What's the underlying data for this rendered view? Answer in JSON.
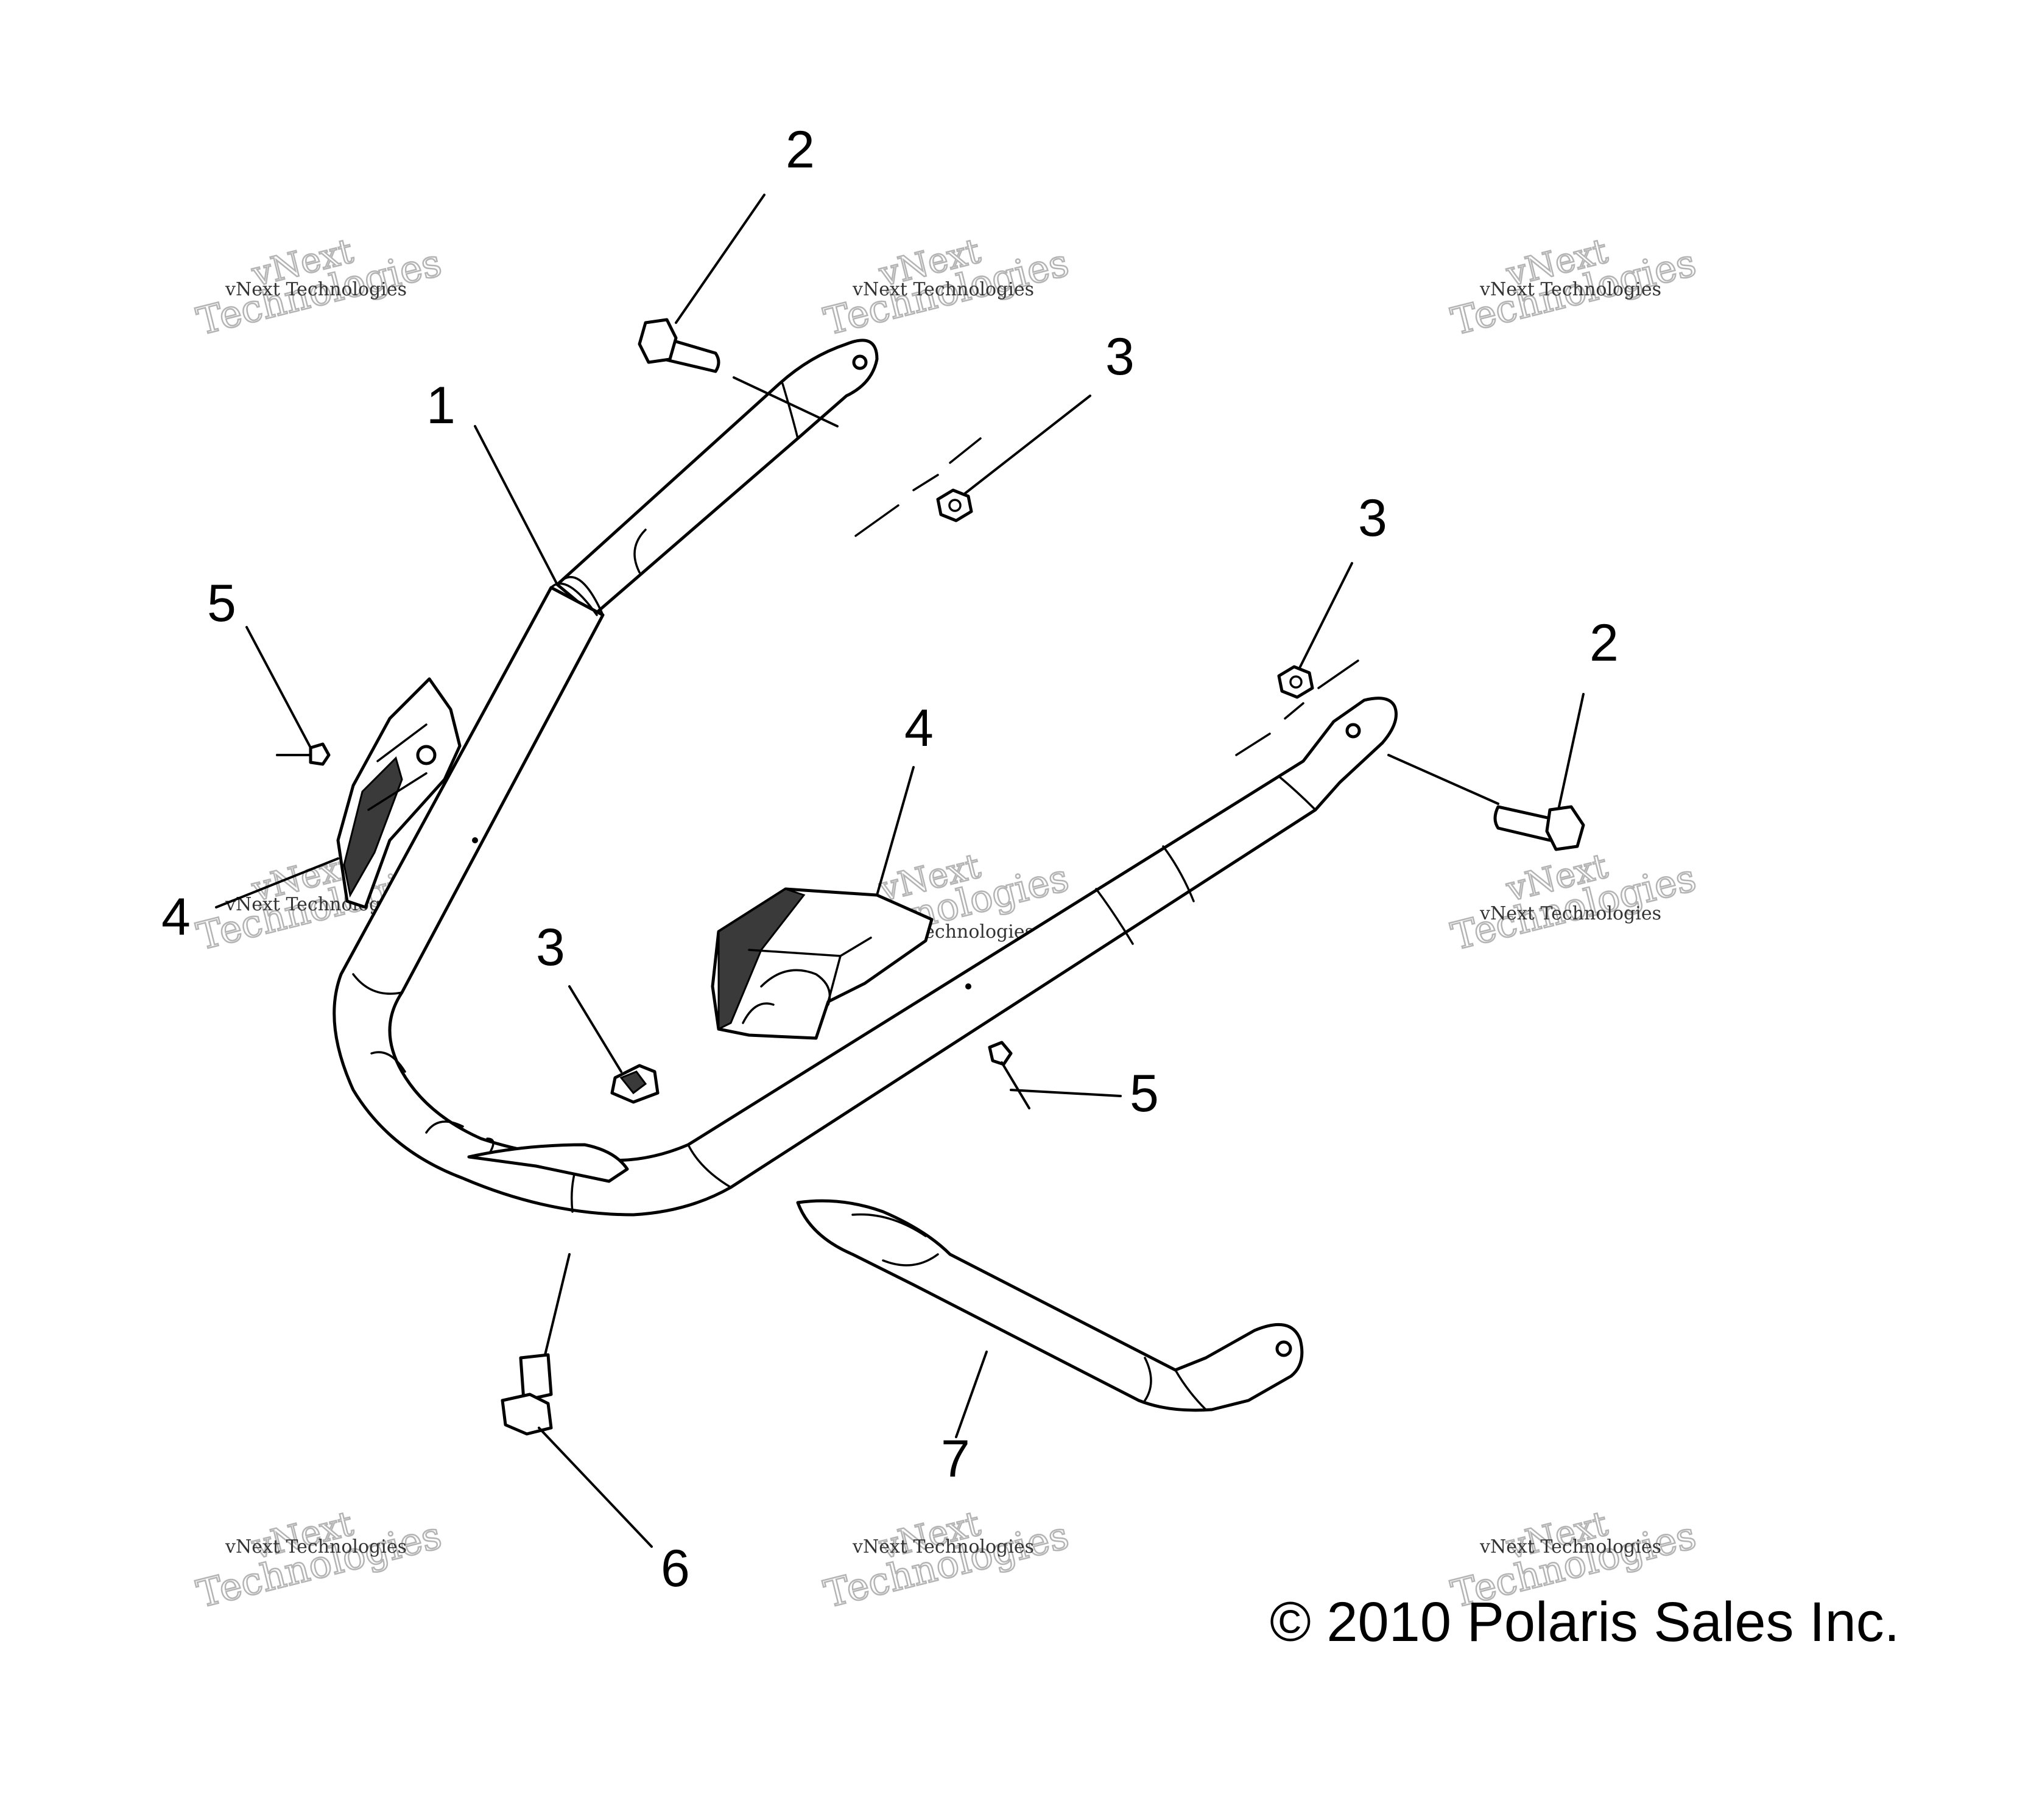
{
  "diagram": {
    "callouts": [
      {
        "id": "c1",
        "label": "1"
      },
      {
        "id": "c2a",
        "label": "2"
      },
      {
        "id": "c2b",
        "label": "2"
      },
      {
        "id": "c3a",
        "label": "3"
      },
      {
        "id": "c3b",
        "label": "3"
      },
      {
        "id": "c3c",
        "label": "3"
      },
      {
        "id": "c4a",
        "label": "4"
      },
      {
        "id": "c4b",
        "label": "4"
      },
      {
        "id": "c5a",
        "label": "5"
      },
      {
        "id": "c5b",
        "label": "5"
      },
      {
        "id": "c6",
        "label": "6"
      },
      {
        "id": "c7",
        "label": "7"
      }
    ],
    "copyright": "© 2010 Polaris Sales Inc.",
    "watermark": {
      "line1": "vNext Technologies",
      "line2": "vNext",
      "line3": "Technologies"
    }
  }
}
